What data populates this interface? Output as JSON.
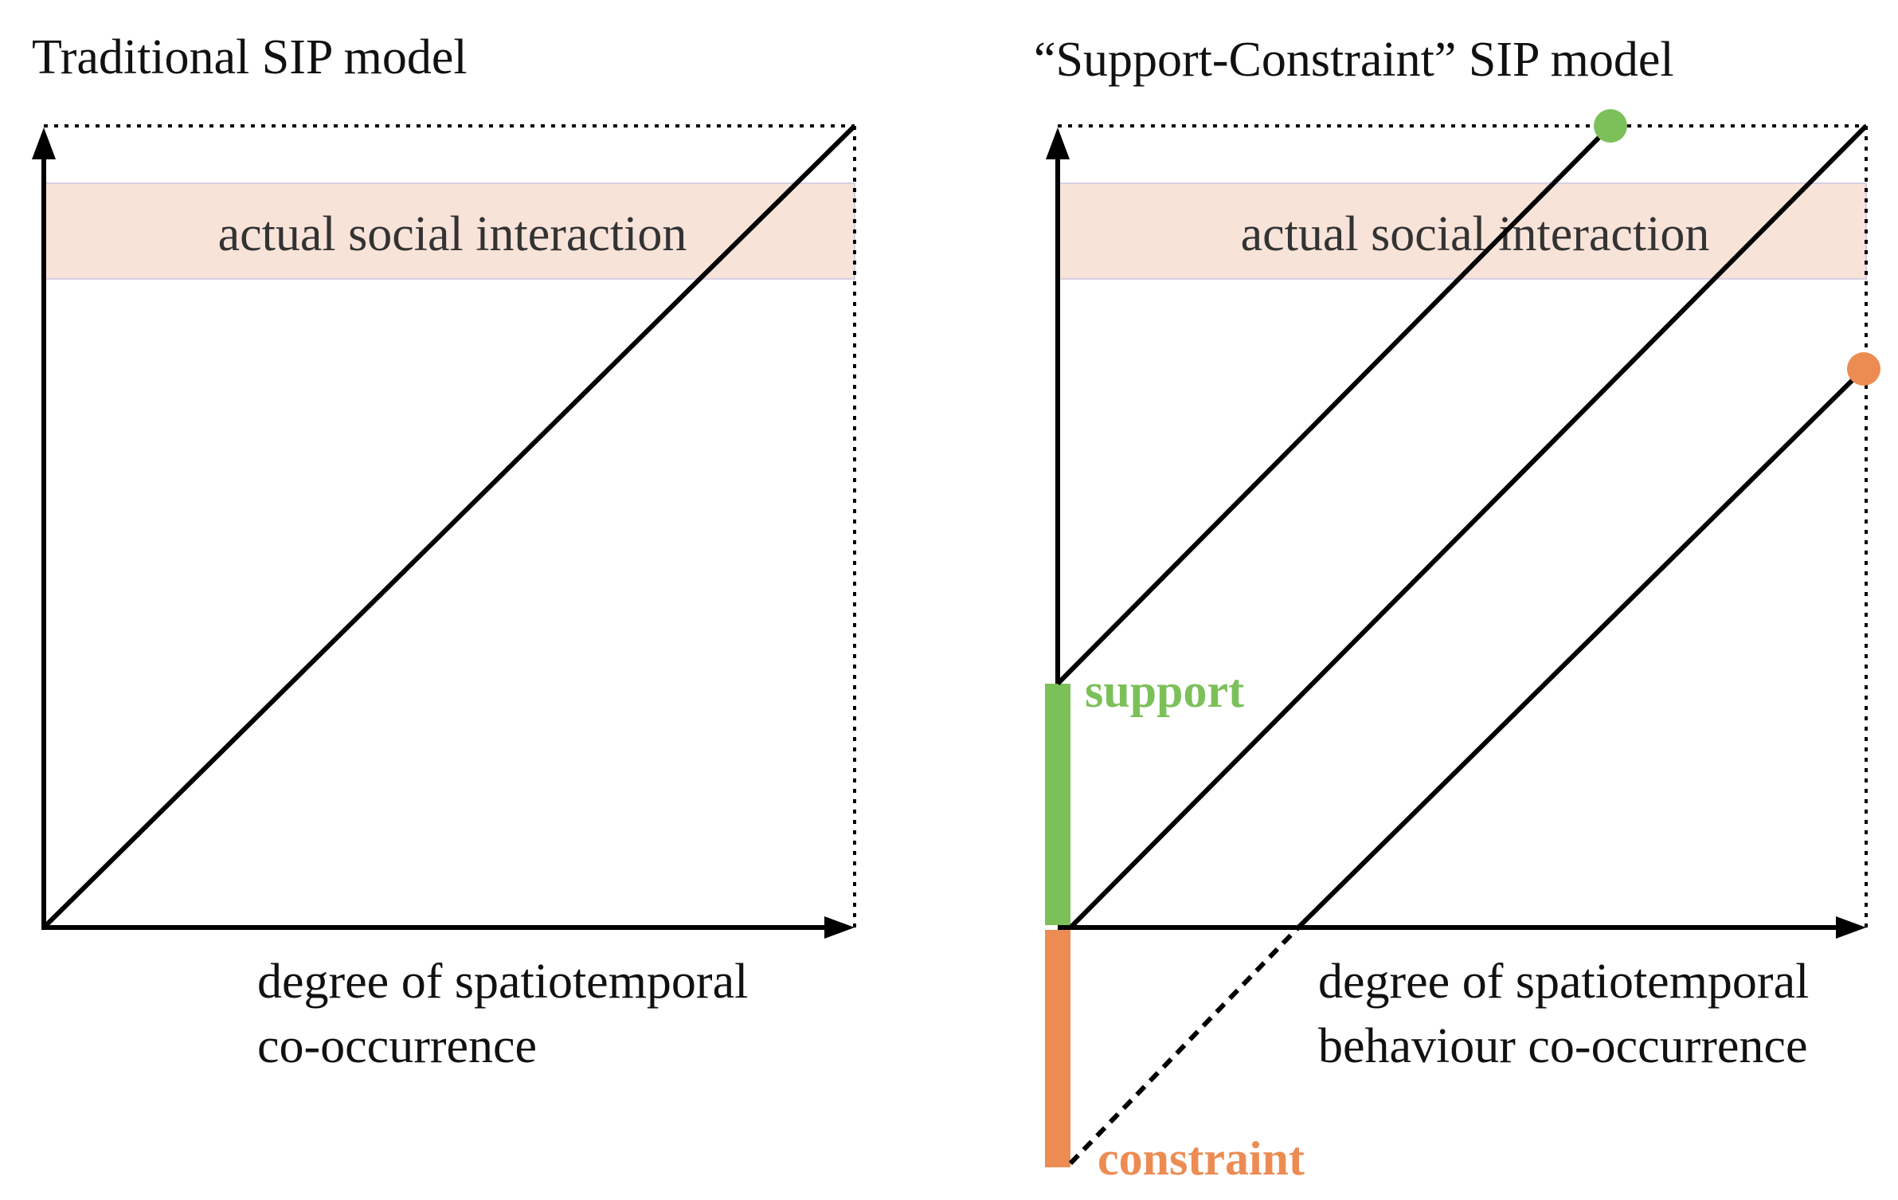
{
  "colors": {
    "band_fill": "#f8e3d9",
    "band_stroke": "#d9cfe2",
    "support": "#7cc05a",
    "constraint": "#ec8c53",
    "line": "#000000"
  },
  "left_panel": {
    "title": "Traditional SIP model",
    "band_label": "actual social interaction",
    "x_label_line1": "degree of spatiotemporal",
    "x_label_line2": "co-occurrence"
  },
  "right_panel": {
    "title": "“Support-Constraint” SIP model",
    "band_label": "actual social interaction",
    "x_label_line1": "degree of spatiotemporal",
    "x_label_line2": "behaviour co-occurrence",
    "support_label": "support",
    "constraint_label": "constraint"
  }
}
